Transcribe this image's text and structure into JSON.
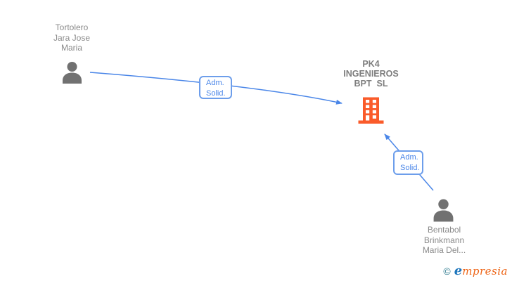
{
  "diagram": {
    "type": "company-relations-graph",
    "background": "#ffffff",
    "colors": {
      "node_text": "#8a8a8a",
      "company_text": "#7e7e7e",
      "edge_blue": "#4a86e8",
      "edge_label_border": "#6d9eeb",
      "building_orange": "#fa5b2a",
      "person_gray": "#717171"
    },
    "nodes": {
      "person1": {
        "type": "person",
        "icon": "person-icon",
        "label_lines": [
          "Tortolero",
          "Jara Jose",
          "Maria"
        ]
      },
      "company": {
        "type": "company",
        "icon": "building-icon",
        "label_lines": [
          "PK4",
          "INGENIEROS",
          "BPT  SL"
        ]
      },
      "person2": {
        "type": "person",
        "icon": "person-icon",
        "label_lines": [
          "Bentabol",
          "Brinkmann",
          "Maria Del..."
        ]
      }
    },
    "edges": [
      {
        "from": "person1",
        "to": "company",
        "label_lines": [
          "Adm.",
          "Solid."
        ]
      },
      {
        "from": "person2",
        "to": "company",
        "label_lines": [
          "Adm.",
          "Solid."
        ]
      }
    ]
  },
  "footer": {
    "copyright": "©",
    "brand_initial": "e",
    "brand_rest": "mpresia"
  }
}
